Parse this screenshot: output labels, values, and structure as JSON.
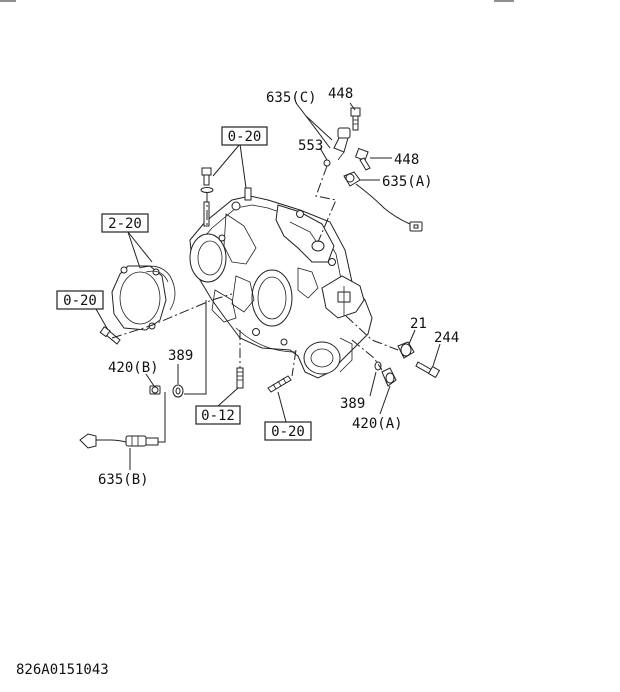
{
  "callouts": {
    "c_635C": "635(C)",
    "c_448_top": "448",
    "c_553": "553",
    "c_448_mid": "448",
    "c_635A": "635(A)",
    "c_21": "21",
    "c_244": "244",
    "c_389_right": "389",
    "c_420A": "420(A)",
    "c_420B": "420(B)",
    "c_389_left": "389",
    "c_635B": "635(B)"
  },
  "references": {
    "ref_0_20_top": "0-20",
    "ref_2_20": "2-20",
    "ref_0_20_left": "0-20",
    "ref_0_12": "0-12",
    "ref_0_20_bottom": "0-20"
  },
  "footer": {
    "drawing_code": "826A0151043"
  }
}
